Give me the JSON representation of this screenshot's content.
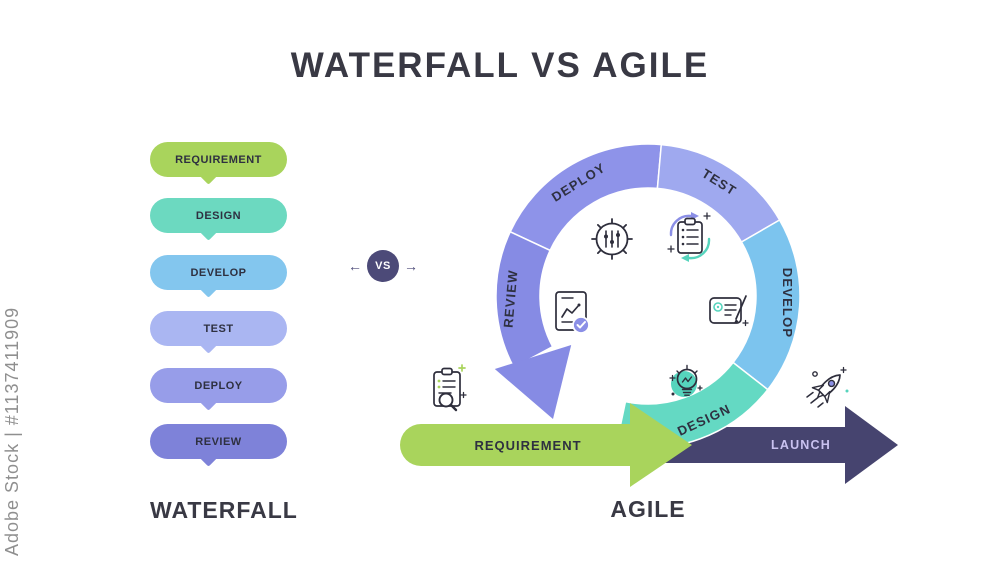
{
  "page": {
    "title": "WATERFALL VS AGILE",
    "watermark": "Adobe Stock | #1137411909"
  },
  "vs": {
    "label": "VS",
    "left_arrow": "←",
    "right_arrow": "→",
    "color": "#4c4a78"
  },
  "waterfall": {
    "label": "WATERFALL",
    "steps": [
      {
        "label": "REQUIREMENT",
        "color": "#a9d45c"
      },
      {
        "label": "DESIGN",
        "color": "#6cd9c0"
      },
      {
        "label": "DEVELOP",
        "color": "#83c6ee"
      },
      {
        "label": "TEST",
        "color": "#aab6f2"
      },
      {
        "label": "DEPLOY",
        "color": "#979de9"
      },
      {
        "label": "REVIEW",
        "color": "#7e82d9"
      }
    ]
  },
  "agile": {
    "label": "AGILE",
    "ring": [
      {
        "label": "DEPLOY",
        "color": "#8e93e9"
      },
      {
        "label": "TEST",
        "color": "#9fa9ef"
      },
      {
        "label": "DEVELOP",
        "color": "#7cc4ee"
      },
      {
        "label": "DESIGN",
        "color": "#64d9c3"
      },
      {
        "label": "REVIEW",
        "color": "#868be4"
      }
    ],
    "requirement": {
      "label": "REQUIREMENT",
      "color": "#a9d45c"
    },
    "launch": {
      "label": "LAUNCH",
      "color": "#46446f",
      "text_color": "#c9c2f0"
    },
    "icons": [
      "gear-settings-icon",
      "clipboard-sync-icon",
      "report-check-icon",
      "checklist-pen-icon",
      "idea-lightbulb-icon",
      "clipboard-search-icon",
      "rocket-icon"
    ]
  },
  "palette": {
    "ink": "#2e3040",
    "title": "#393944",
    "icon_stroke": "#2e2e3c",
    "teal": "#56d4bd",
    "green": "#a9d45c",
    "periwinkle": "#8b8fe6",
    "dark_purple": "#4c4a78",
    "watermark_gray": "#8f8f8f"
  }
}
